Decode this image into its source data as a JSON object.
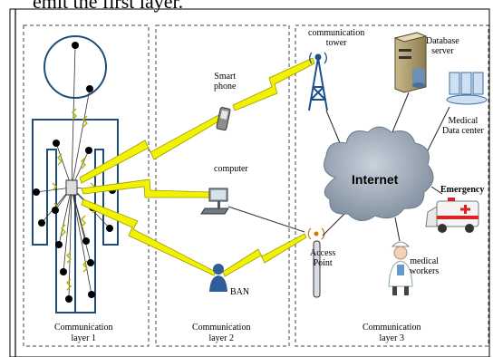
{
  "top_caption": "emit the first layer.",
  "layers": [
    {
      "line1": "Communication",
      "line2": "layer 1"
    },
    {
      "line1": "Communication",
      "line2": "layer 2"
    },
    {
      "line1": "Communication",
      "line2": "layer 3"
    }
  ],
  "nodes": {
    "smartphone": {
      "line1": "Smart",
      "line2": "phone"
    },
    "computer": "computer",
    "ban": "BAN",
    "tower": {
      "line1": "communication",
      "line2": "tower"
    },
    "access_point": {
      "line1": "Access",
      "line2": "Point"
    },
    "database": {
      "line1": "Database",
      "line2": "server"
    },
    "medical_dc": {
      "line1": "Medical",
      "line2": "Data center"
    },
    "internet": "Internet",
    "emergency": "Emergency",
    "medical_workers": {
      "line1": "medical",
      "line2": "workers"
    }
  },
  "colors": {
    "lightning": "#f2f200",
    "lightning_stroke": "#9a9a00",
    "body_outline": "#1f4e79",
    "cloud": "#8a98a8",
    "sensor": "#000000"
  }
}
